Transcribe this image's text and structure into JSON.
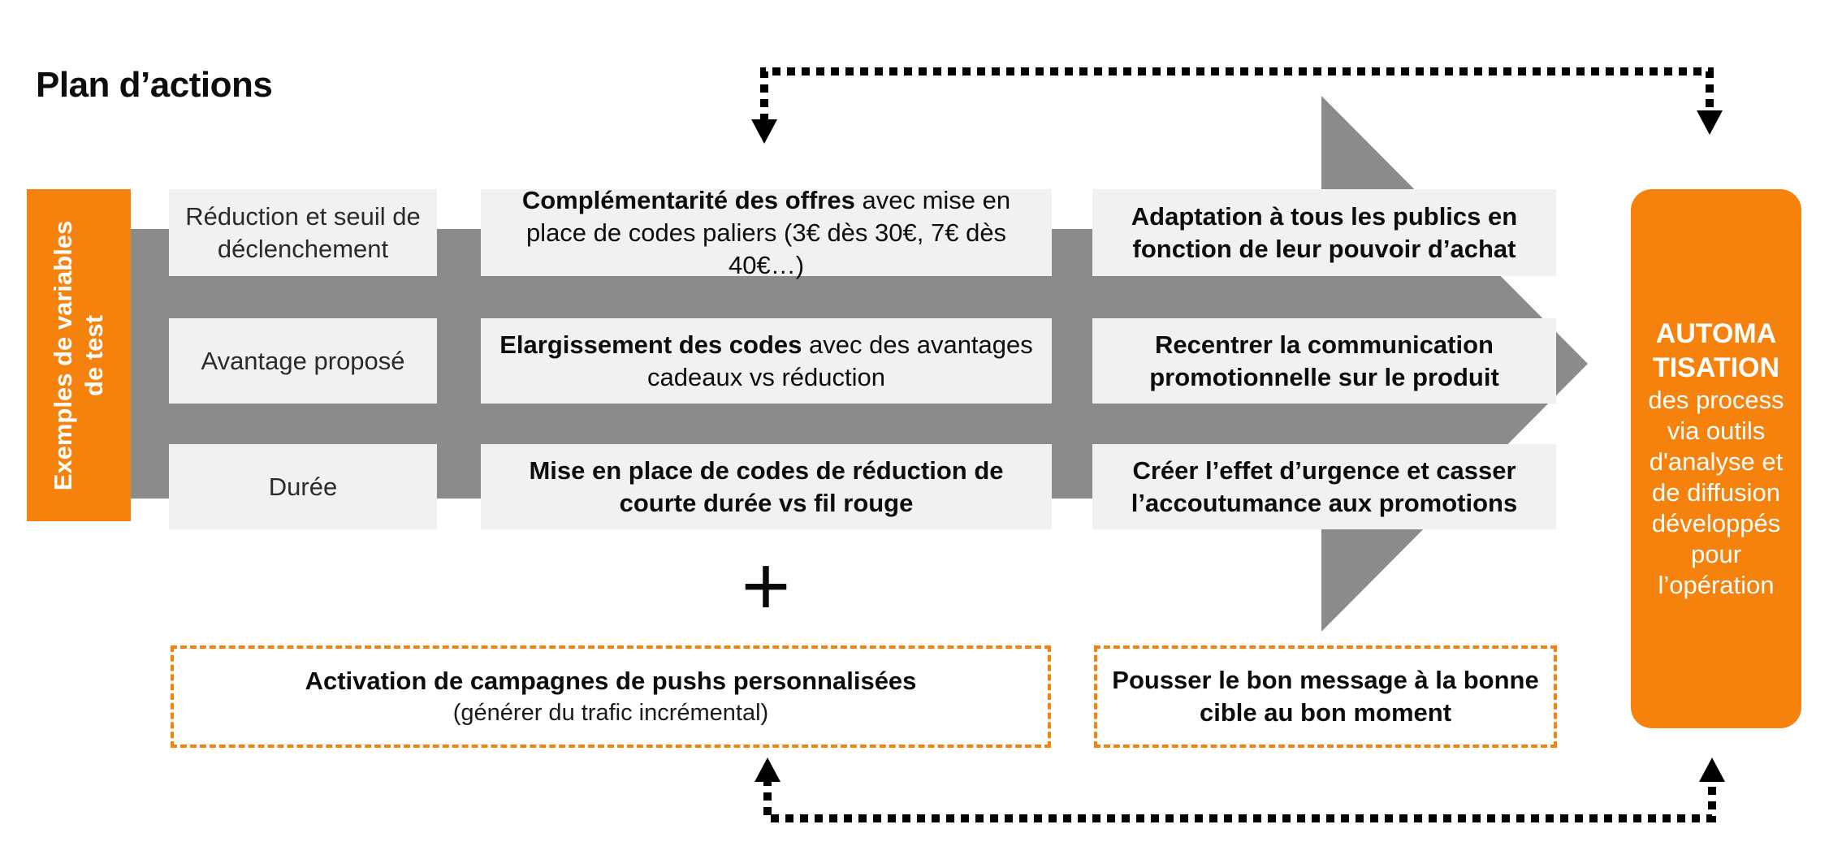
{
  "title": "Plan d’actions",
  "left_rail": {
    "line1": "Exemples de variables",
    "line2": "de test"
  },
  "rows": [
    {
      "variable": "Réduction et seuil de déclenchement",
      "action_bold": "Complémentarité des offres",
      "action_rest": " avec mise en place de codes paliers (3€ dès 30€, 7€ dès 40€…)",
      "outcome": "Adaptation à tous les publics en fonction de leur pouvoir d’achat"
    },
    {
      "variable": "Avantage proposé",
      "action_bold": "Elargissement des codes",
      "action_rest": " avec des avantages cadeaux vs réduction",
      "outcome": "Recentrer la communication promotionnelle sur le produit"
    },
    {
      "variable": "Durée",
      "action_bold": "Mise en place de codes de réduction de courte durée vs fil rouge",
      "action_rest": "",
      "outcome": "Créer l’effet d’urgence et casser l’accoutumance aux promotions"
    }
  ],
  "plus_sign": "+",
  "push_box": {
    "line1": "Activation de campagnes de pushs personnalisées",
    "line2": "(générer du trafic incrémental)"
  },
  "target_box": {
    "line1": "Pousser le bon message à la bonne",
    "line2": "cible au bon moment"
  },
  "automation_box": {
    "title_line1": "AUTOMA",
    "title_line2": "TISATION",
    "body_lines": [
      "des process",
      "via outils",
      "d'analyse et",
      "de diffusion",
      "développés",
      "pour",
      "l’opération"
    ]
  },
  "colors": {
    "orange": "#F6820E",
    "arrow_gray": "#8B8B8B",
    "box_gray": "#F1F1F2",
    "text": "#0D0D0D",
    "connector_black": "#000000"
  }
}
